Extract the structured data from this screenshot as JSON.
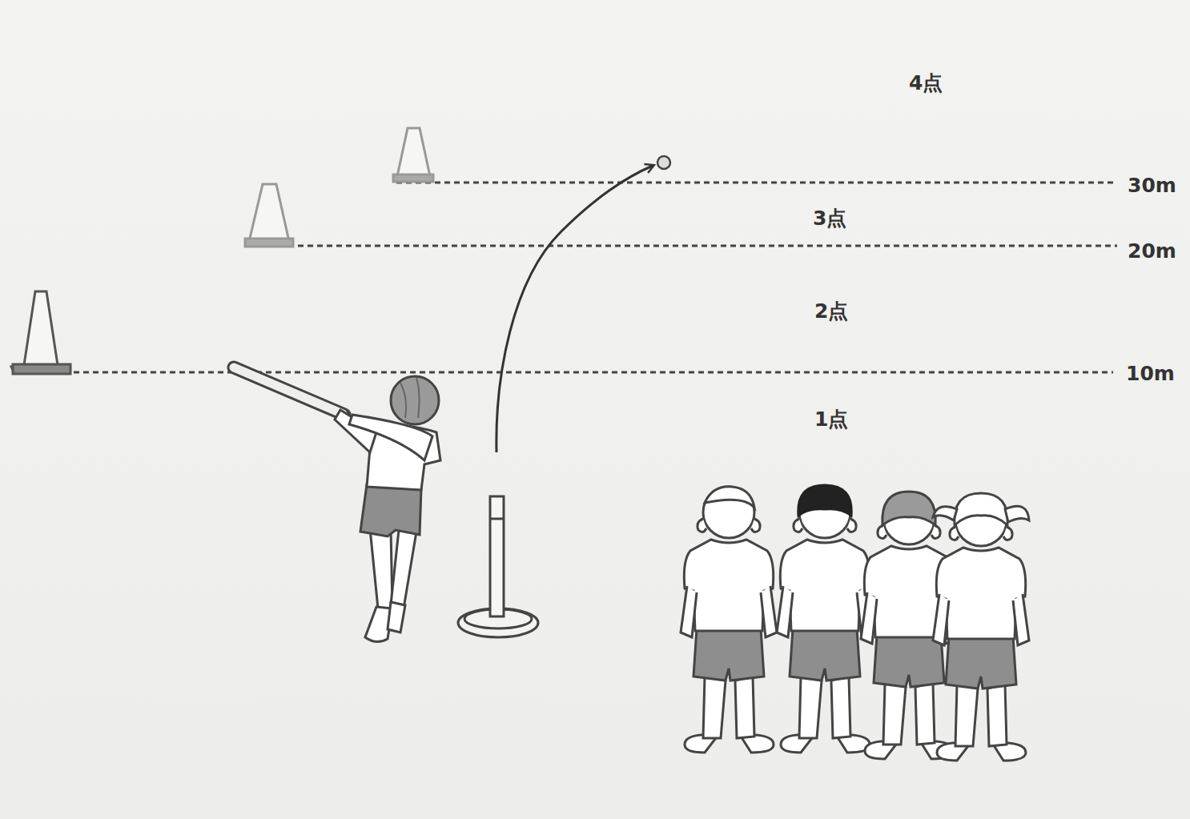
{
  "diagram": {
    "labels": [
      "4点",
      "30m",
      "3点",
      "20m",
      "2点",
      "10m",
      "1点"
    ]
  }
}
